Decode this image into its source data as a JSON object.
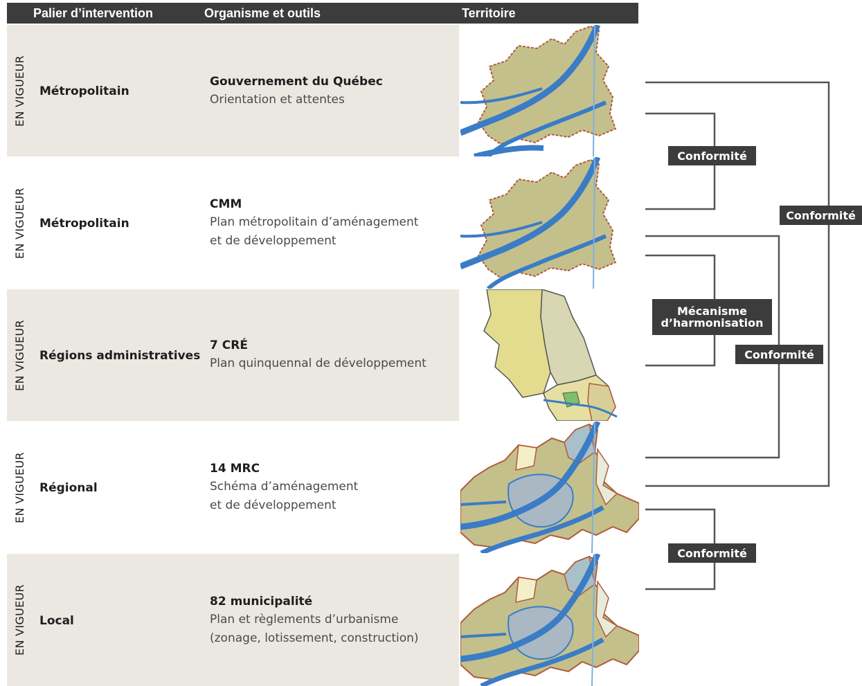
{
  "header": {
    "palier": "Palier d’intervention",
    "organisme": "Organisme et outils",
    "territoire": "Territoire"
  },
  "rows": [
    {
      "status": "EN VIGUEUR",
      "palier": "Métropolitain",
      "organisme": "Gouvernement du Québec",
      "tool_line1": "Orientation et attentes",
      "tool_line2": "",
      "map_icon": "metropolitan-map"
    },
    {
      "status": "EN VIGUEUR",
      "palier": "Métropolitain",
      "organisme": "CMM",
      "tool_line1": "Plan métropolitain d’aménagement",
      "tool_line2": "et de développement",
      "map_icon": "metropolitan-map"
    },
    {
      "status": "EN VIGUEUR",
      "palier": "Régions administratives",
      "organisme": "7 CRÉ",
      "tool_line1": "Plan quinquennal de développement",
      "tool_line2": "",
      "map_icon": "administrative-regions-map"
    },
    {
      "status": "EN VIGUEUR",
      "palier": "Régional",
      "organisme": "14 MRC",
      "tool_line1": "Schéma d’aménagement",
      "tool_line2": "et de développement",
      "map_icon": "mrc-map"
    },
    {
      "status": "EN VIGUEUR",
      "palier": "Local",
      "organisme": "82 municipalité",
      "tool_line1": "Plan et règlements d’urbanisme",
      "tool_line2": "(zonage, lotissement, construction)",
      "map_icon": "municipal-map"
    }
  ],
  "relations": {
    "conformite": "Conformité",
    "harmonisation_line1": "Mécanisme",
    "harmonisation_line2": "d’harmonisation"
  },
  "colors": {
    "header_bg": "#3c3c3c",
    "row_shade": "#ebe7e1",
    "map_land": "#c4c08c",
    "map_border": "#b05a3c",
    "map_water": "#3a7cc6",
    "connector": "#555555"
  }
}
